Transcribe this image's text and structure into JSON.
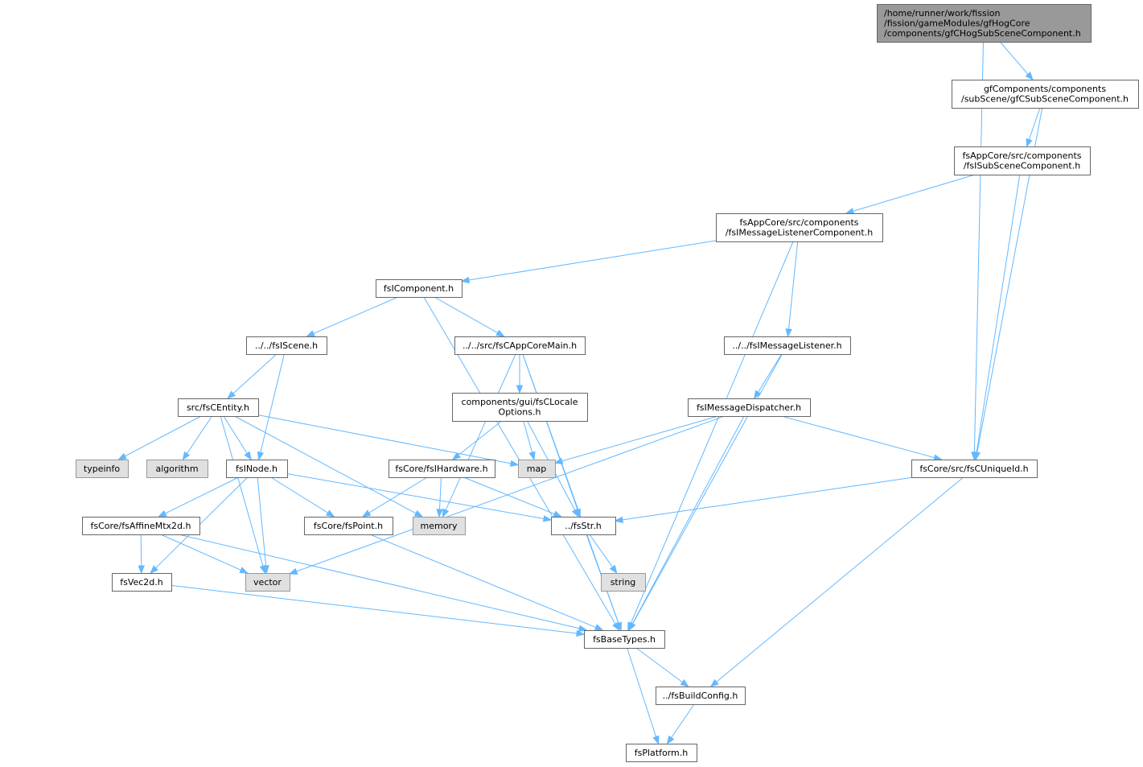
{
  "graph": {
    "colors": {
      "edge": "#63b8ff",
      "root_fill": "#999999",
      "node_fill": "#ffffff",
      "system_fill": "#e0e0e0",
      "node_border": "#666666"
    },
    "nodes": [
      {
        "id": "root",
        "kind": "root",
        "lines": [
          "/home/runner/work/fission",
          "/fission/gameModules/gfHogCore",
          "/components/gfCHogSubSceneComponent.h"
        ]
      },
      {
        "id": "gfCSub",
        "kind": "normal",
        "lines": [
          "gfComponents/components",
          "/subScene/gfCSubSceneComponent.h"
        ]
      },
      {
        "id": "fsISub",
        "kind": "normal",
        "lines": [
          "fsAppCore/src/components",
          "/fsISubSceneComponent.h"
        ]
      },
      {
        "id": "fsIMLC",
        "kind": "normal",
        "lines": [
          "fsAppCore/src/components",
          "/fsIMessageListenerComponent.h"
        ]
      },
      {
        "id": "fsIComponent",
        "kind": "normal",
        "lines": [
          "fsIComponent.h"
        ]
      },
      {
        "id": "fsIScene",
        "kind": "normal",
        "lines": [
          "../../fsIScene.h"
        ]
      },
      {
        "id": "fsCAppCoreMain",
        "kind": "normal",
        "lines": [
          "../../src/fsCAppCoreMain.h"
        ]
      },
      {
        "id": "fsIML",
        "kind": "normal",
        "lines": [
          "../../fsIMessageListener.h"
        ]
      },
      {
        "id": "fsCEntity",
        "kind": "normal",
        "lines": [
          "src/fsCEntity.h"
        ]
      },
      {
        "id": "fsCLocale",
        "kind": "normal",
        "lines": [
          "components/gui/fsCLocale",
          "Options.h"
        ]
      },
      {
        "id": "fsIMD",
        "kind": "normal",
        "lines": [
          "fsIMessageDispatcher.h"
        ]
      },
      {
        "id": "typeinfo",
        "kind": "system",
        "lines": [
          "typeinfo"
        ]
      },
      {
        "id": "algorithm",
        "kind": "system",
        "lines": [
          "algorithm"
        ]
      },
      {
        "id": "fsINode",
        "kind": "normal",
        "lines": [
          "fsINode.h"
        ]
      },
      {
        "id": "fsIHardware",
        "kind": "normal",
        "lines": [
          "fsCore/fsIHardware.h"
        ]
      },
      {
        "id": "map",
        "kind": "system",
        "lines": [
          "map"
        ]
      },
      {
        "id": "fsCUniqueId",
        "kind": "normal",
        "lines": [
          "fsCore/src/fsCUniqueId.h"
        ]
      },
      {
        "id": "fsAffine",
        "kind": "normal",
        "lines": [
          "fsCore/fsAffineMtx2d.h"
        ]
      },
      {
        "id": "fsPoint",
        "kind": "normal",
        "lines": [
          "fsCore/fsPoint.h"
        ]
      },
      {
        "id": "memory",
        "kind": "system",
        "lines": [
          "memory"
        ]
      },
      {
        "id": "fsStr",
        "kind": "normal",
        "lines": [
          "../fsStr.h"
        ]
      },
      {
        "id": "fsVec2d",
        "kind": "normal",
        "lines": [
          "fsVec2d.h"
        ]
      },
      {
        "id": "vector",
        "kind": "system",
        "lines": [
          "vector"
        ]
      },
      {
        "id": "string",
        "kind": "system",
        "lines": [
          "string"
        ]
      },
      {
        "id": "fsBaseTypes",
        "kind": "normal",
        "lines": [
          "fsBaseTypes.h"
        ]
      },
      {
        "id": "fsBuildConfig",
        "kind": "normal",
        "lines": [
          "../fsBuildConfig.h"
        ]
      },
      {
        "id": "fsPlatform",
        "kind": "normal",
        "lines": [
          "fsPlatform.h"
        ]
      }
    ],
    "edges": [
      [
        "root",
        "gfCSub"
      ],
      [
        "root",
        "fsCUniqueId"
      ],
      [
        "gfCSub",
        "fsISub"
      ],
      [
        "gfCSub",
        "fsCUniqueId"
      ],
      [
        "fsISub",
        "fsIMLC"
      ],
      [
        "fsISub",
        "fsCUniqueId"
      ],
      [
        "fsIMLC",
        "fsIComponent"
      ],
      [
        "fsIMLC",
        "fsIML"
      ],
      [
        "fsIMLC",
        "fsBaseTypes"
      ],
      [
        "fsIComponent",
        "fsIScene"
      ],
      [
        "fsIComponent",
        "fsCAppCoreMain"
      ],
      [
        "fsIComponent",
        "fsBaseTypes"
      ],
      [
        "fsIScene",
        "fsCEntity"
      ],
      [
        "fsIScene",
        "fsINode"
      ],
      [
        "fsCAppCoreMain",
        "fsCLocale"
      ],
      [
        "fsCAppCoreMain",
        "memory"
      ],
      [
        "fsCAppCoreMain",
        "fsStr"
      ],
      [
        "fsCAppCoreMain",
        "fsBaseTypes"
      ],
      [
        "fsIML",
        "fsIMD"
      ],
      [
        "fsIML",
        "fsBaseTypes"
      ],
      [
        "fsCEntity",
        "typeinfo"
      ],
      [
        "fsCEntity",
        "algorithm"
      ],
      [
        "fsCEntity",
        "fsINode"
      ],
      [
        "fsCEntity",
        "map"
      ],
      [
        "fsCEntity",
        "memory"
      ],
      [
        "fsCEntity",
        "vector"
      ],
      [
        "fsCLocale",
        "fsIHardware"
      ],
      [
        "fsCLocale",
        "map"
      ],
      [
        "fsCLocale",
        "fsStr"
      ],
      [
        "fsIMD",
        "map"
      ],
      [
        "fsIMD",
        "fsCUniqueId"
      ],
      [
        "fsIMD",
        "vector"
      ],
      [
        "fsIMD",
        "fsBaseTypes"
      ],
      [
        "fsINode",
        "fsAffine"
      ],
      [
        "fsINode",
        "fsPoint"
      ],
      [
        "fsINode",
        "fsStr"
      ],
      [
        "fsINode",
        "vector"
      ],
      [
        "fsINode",
        "fsVec2d"
      ],
      [
        "fsIHardware",
        "fsPoint"
      ],
      [
        "fsIHardware",
        "memory"
      ],
      [
        "fsIHardware",
        "fsStr"
      ],
      [
        "fsCUniqueId",
        "fsStr"
      ],
      [
        "fsCUniqueId",
        "fsBuildConfig"
      ],
      [
        "fsAffine",
        "fsVec2d"
      ],
      [
        "fsAffine",
        "vector"
      ],
      [
        "fsAffine",
        "fsBaseTypes"
      ],
      [
        "fsPoint",
        "fsBaseTypes"
      ],
      [
        "fsStr",
        "string"
      ],
      [
        "fsStr",
        "fsBaseTypes"
      ],
      [
        "fsVec2d",
        "fsBaseTypes"
      ],
      [
        "fsBaseTypes",
        "fsBuildConfig"
      ],
      [
        "fsBaseTypes",
        "fsPlatform"
      ],
      [
        "fsBuildConfig",
        "fsPlatform"
      ]
    ]
  }
}
